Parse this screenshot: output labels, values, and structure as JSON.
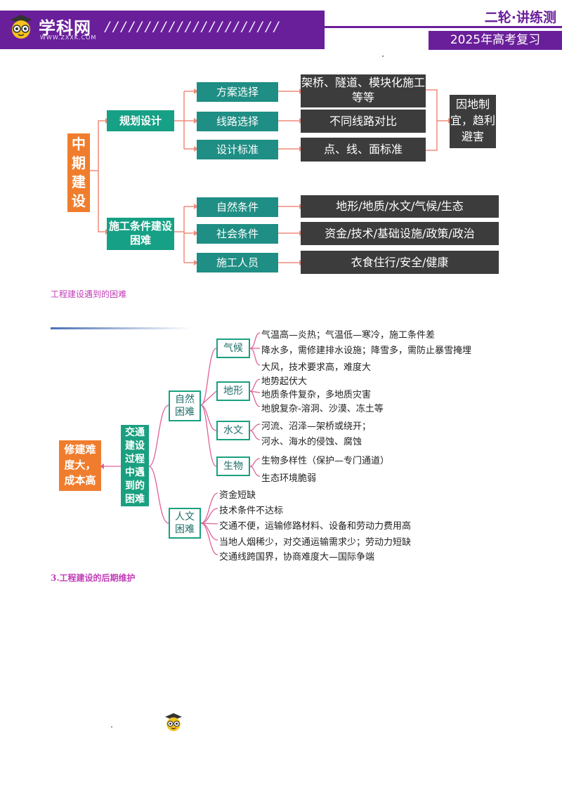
{
  "header": {
    "brand": "学科网",
    "brand_sub": "WWW.ZXXK.COM",
    "slashes": "//////////////////////",
    "series_title": "二轮·讲练测",
    "exam_title": "2025年高考复习"
  },
  "diagram1": {
    "root": "中期建设",
    "branches": [
      {
        "label": "规划设计",
        "items": [
          {
            "name": "方案选择",
            "detail": "架桥、隧道、模块化施工等等"
          },
          {
            "name": "线路选择",
            "detail": "不同线路对比"
          },
          {
            "name": "设计标准",
            "detail": "点、线、面标准"
          }
        ],
        "conclusion": "因地制宜，趋利避害"
      },
      {
        "label": "施工条件建设困难",
        "items": [
          {
            "name": "自然条件",
            "detail": "地形/地质/水文/气候/生态"
          },
          {
            "name": "社会条件",
            "detail": "资金/技术/基础设施/政策/政治"
          },
          {
            "name": "施工人员",
            "detail": "衣食住行/安全/健康"
          }
        ]
      }
    ],
    "caption": "工程建设遇到的困难"
  },
  "diagram2": {
    "result": "修建难度大，成本高",
    "center": "交通建设过程中遇到的困难",
    "natural": {
      "label": "自然困难",
      "groups": [
        {
          "name": "气候",
          "lines": [
            "气温高—炎热；气温低—寒冷，施工条件差",
            "降水多，需修建排水设施；降雪多，需防止暴雪掩埋",
            "大风，技术要求高，难度大"
          ]
        },
        {
          "name": "地形",
          "lines": [
            "地势起伏大",
            "地质条件复杂，多地质灾害",
            "地貌复杂-溶洞、沙漠、冻土等"
          ]
        },
        {
          "name": "水文",
          "lines": [
            "河流、沼泽—架桥或绕开；",
            "河水、海水的侵蚀、腐蚀"
          ]
        },
        {
          "name": "生物",
          "lines": [
            "生物多样性（保护—专门通道）",
            "生态环境脆弱"
          ]
        }
      ]
    },
    "human": {
      "label": "人文困难",
      "lines": [
        "资金短缺",
        "技术条件不达标",
        "交通不便，运输修路材料、设备和劳动力费用高",
        "当地人烟稀少，对交通运输需求少；劳动力短缺",
        "交通线跨国界，协商难度大—国际争端"
      ]
    }
  },
  "section_heading": "3.工程建设的后期维护",
  "colors": {
    "purple": "#6a1f9a",
    "orange": "#f07d2d",
    "green": "#16a085",
    "dark": "#3c3c3c",
    "pink_line": "#e0609a",
    "caption": "#c23db8"
  }
}
